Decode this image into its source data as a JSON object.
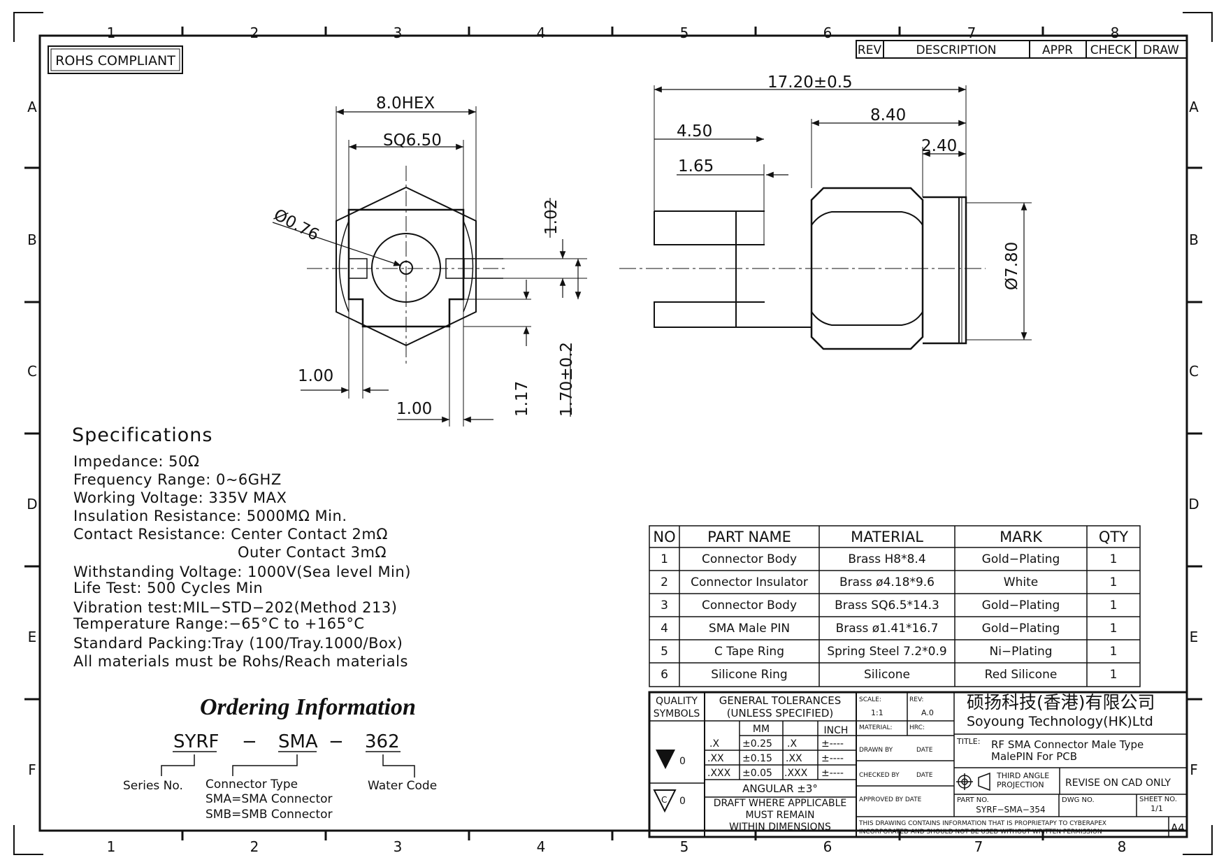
{
  "rohs": "ROHS COMPLIANT",
  "zones": {
    "cols": [
      "1",
      "2",
      "3",
      "4",
      "5",
      "6",
      "7",
      "8"
    ],
    "rows": [
      "A",
      "B",
      "C",
      "D",
      "E",
      "F"
    ]
  },
  "rev_header": {
    "rev": "REV",
    "description": "DESCRIPTION",
    "appr": "APPR",
    "check": "CHECK",
    "draw": "DRAW"
  },
  "front_dims": {
    "hex": "8.0HEX",
    "sq": "SQ6.50",
    "dia": "Ø0.76",
    "h102": "1.02",
    "w100a": "1.00",
    "w100b": "1.00",
    "h117": "1.17",
    "h170": "1.70±0.2"
  },
  "side_dims": {
    "total": "17.20±0.5",
    "d840": "8.40",
    "d450": "4.50",
    "d240": "2.40",
    "d165": "1.65",
    "dia780": "Ø7.80"
  },
  "specs": {
    "title": "Specifications",
    "lines": [
      "Impedance: 50Ω",
      "Frequency Range: 0~6GHZ",
      "Working Voltage: 335V MAX",
      "Insulation Resistance: 5000MΩ Min.",
      "Contact Resistance: Center Contact 2mΩ",
      "Outer Contact 3mΩ",
      "Withstanding Voltage: 1000V(Sea level Min)",
      "Life Test: 500 Cycles Min",
      "Vibration test:MIL−STD−202(Method 213)",
      "Temperature Range:−65°C to +165°C",
      "Standard Packing:Tray (100/Tray.1000/Box)",
      "All materials must be Rohs/Reach materials"
    ]
  },
  "ordering": {
    "title": "Ordering Information",
    "p1": "SYRF",
    "dash1": "−",
    "p2": "SMA",
    "dash2": "−",
    "p3": "362",
    "series": "Series No.",
    "conn_type": "Connector Type",
    "sma": "SMA=SMA Connector",
    "smb": "SMB=SMB Connector",
    "water": "Water Code"
  },
  "bom": {
    "headers": [
      "NO",
      "PART NAME",
      "MATERIAL",
      "MARK",
      "QTY"
    ],
    "rows": [
      [
        "1",
        "Connector Body",
        "Brass H8*8.4",
        "Gold−Plating",
        "1"
      ],
      [
        "2",
        "Connector Insulator",
        "Brass ø4.18*9.6",
        "White",
        "1"
      ],
      [
        "3",
        "Connector Body",
        "Brass SQ6.5*14.3",
        "Gold−Plating",
        "1"
      ],
      [
        "4",
        "SMA Male PIN",
        "Brass ø1.41*16.7",
        "Gold−Plating",
        "1"
      ],
      [
        "5",
        "C Tape Ring",
        "Spring Steel 7.2*0.9",
        "Ni−Plating",
        "1"
      ],
      [
        "6",
        "Silicone Ring",
        "Silicone",
        "Red Silicone",
        "1"
      ]
    ]
  },
  "title_block": {
    "quality": "QUALITY",
    "symbols": "SYMBOLS",
    "gen_tol": "GENERAL TOLERANCES",
    "unless": "(UNLESS SPECIFIED)",
    "mm": "MM",
    "inch": "INCH",
    "tol_rows": [
      [
        ".X",
        "±0.25",
        ".X",
        "±----"
      ],
      [
        ".XX",
        "±0.15",
        ".XX",
        "±----"
      ],
      [
        ".XXX",
        "±0.05",
        ".XXX",
        "±----"
      ]
    ],
    "angular": "ANGULAR ±3°",
    "draft1": "DRAFT WHERE APPLICABLE",
    "draft2": "MUST REMAIN",
    "draft3": "WITHIN DIMENSIONS",
    "sym0a": "0",
    "sym0b": "0",
    "symC": "C",
    "scale_lbl": "SCALE:",
    "scale": "1:1",
    "rev_lbl": "REV:",
    "rev": "A.0",
    "material_lbl": "MATERIAL:",
    "hrc_lbl": "HRC:",
    "drawn_by": "DRAWN BY",
    "date1": "DATE",
    "checked_by": "CHECKED BY",
    "date2": "DATE",
    "approved_by": "APPROVED BY DATE",
    "company_cn": "硕扬科技(香港)有限公司",
    "company_en": "Soyoung Technology(HK)Ltd",
    "title_lbl": "TITLE:",
    "title1": "RF SMA Connector Male Type",
    "title2": "MalePIN For PCB",
    "third1": "THIRD ANGLE",
    "third2": "PROJECTION",
    "revise": "REVISE ON CAD ONLY",
    "part_no_lbl": "PART NO.",
    "part_no": "SYRF−SMA−354",
    "dwg_no_lbl": "DWG NO.",
    "sheet_no_lbl": "SHEET NO.",
    "sheet_no": "1/1",
    "notice1": "THIS DRAWING CONTAINS INFORMATION THAT IS PROPRIETAPY TO CYBERAPEX",
    "notice2": "INCORPORATED AND SHOULD NOT BE USED WITHOUT WRITTEN PERMISSION",
    "size": "A4"
  }
}
